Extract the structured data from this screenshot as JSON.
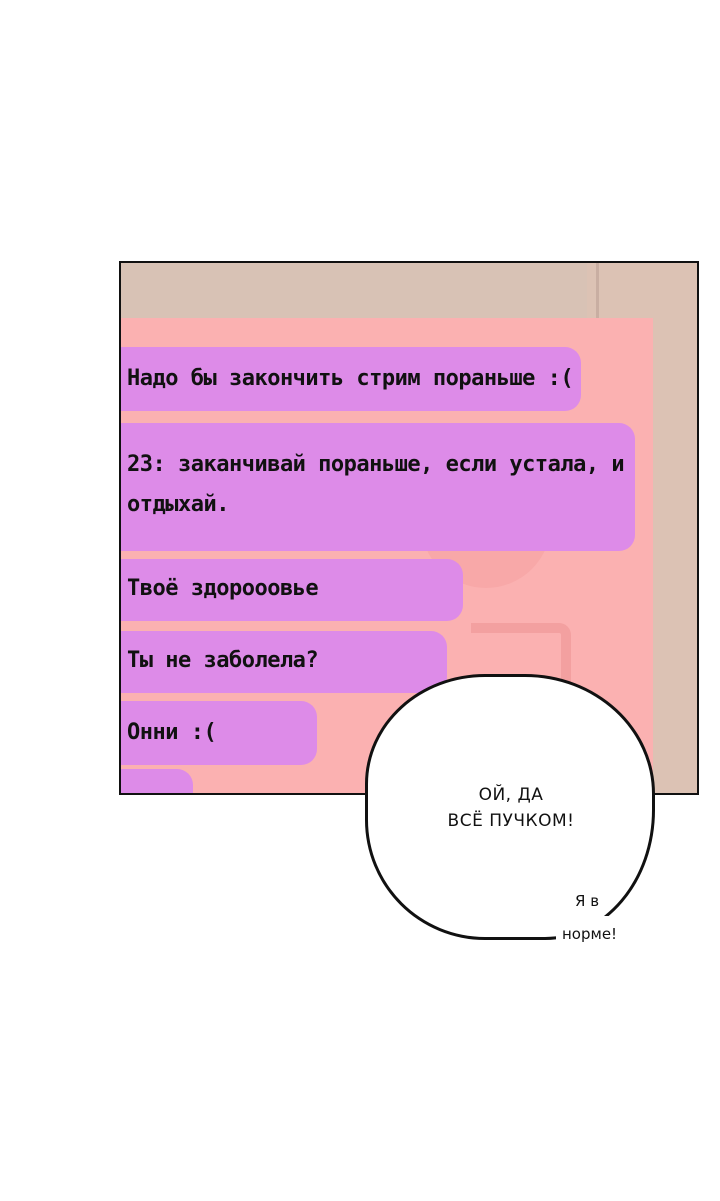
{
  "chat": {
    "messages": [
      {
        "text": "Надо бы закончить стрим пораньше :("
      },
      {
        "text": "23: заканчивай пораньше, если устала, и отдыхай."
      },
      {
        "text": "Твоё здорооовье"
      },
      {
        "text": "Ты не заболела?"
      },
      {
        "text": "Онни :("
      }
    ]
  },
  "speech": {
    "line1": "ОЙ, ДА",
    "line2": "ВСЁ ПУЧКОМ!",
    "aside_line1": "Я в",
    "aside_line2": "норме!"
  },
  "colors": {
    "chat_bubble": "#dd8be8",
    "screen_overlay": "#fbb1b1",
    "panel_border": "#111111"
  }
}
